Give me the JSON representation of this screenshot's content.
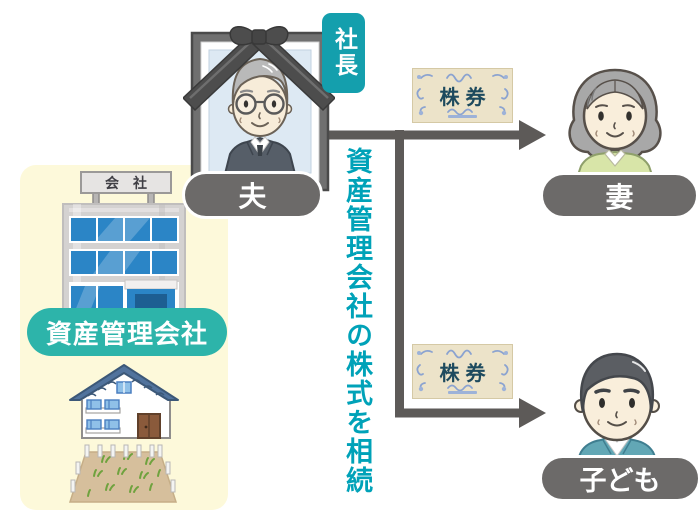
{
  "husband": {
    "pill": "夫",
    "badge": "社長"
  },
  "wife": {
    "pill": "妻"
  },
  "child": {
    "pill": "子ども"
  },
  "asset_panel": {
    "building_sign": "会社",
    "company_pill": "資産管理会社"
  },
  "certificates": {
    "upper": "株券",
    "lower": "株券"
  },
  "caption": {
    "vertical_text": "資産管理会社の株式を相続"
  },
  "icons": {
    "portrait": "memorial-portrait-with-black-ribbon",
    "building": "office-building",
    "house": "two-story-house",
    "field": "fenced-farmland",
    "wife": "elderly-woman-avatar",
    "child": "middle-aged-man-avatar",
    "certificate": "stock-certificate"
  },
  "colors": {
    "teal_badge": "#149fad",
    "teal_pill": "#2db4aa",
    "caption_teal": "#00a2b8",
    "label_gray": "#6c6a69",
    "arrow_gray": "#5d5a58",
    "panel_yellow": "#fdf9da",
    "certificate_beige": "#ece3c9",
    "certificate_ink": "#1d4a5e",
    "certificate_ornament": "#8ba3d0"
  }
}
